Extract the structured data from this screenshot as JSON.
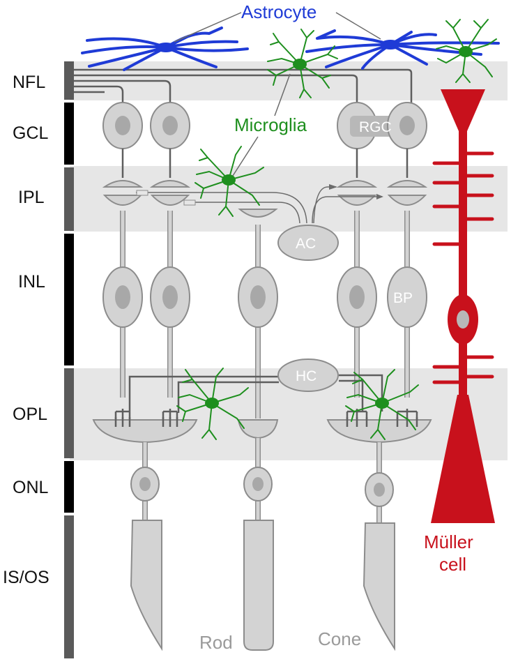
{
  "layers": [
    "NFL",
    "GCL",
    "IPL",
    "INL",
    "OPL",
    "ONL",
    "IS/OS"
  ],
  "labels": {
    "astrocyte": "Astrocyte",
    "microglia": "Microglia",
    "rgc": "RGC",
    "ac": "AC",
    "bp": "BP",
    "hc": "HC",
    "muller_line1": "Müller",
    "muller_line2": "cell",
    "rod": "Rod",
    "cone": "Cone"
  },
  "colors": {
    "astrocyte": "#1f3bd6",
    "microglia": "#1e8f1e",
    "muller": "#c8111c",
    "neuron": "#d3d3d3",
    "band": "#e6e6e6"
  }
}
